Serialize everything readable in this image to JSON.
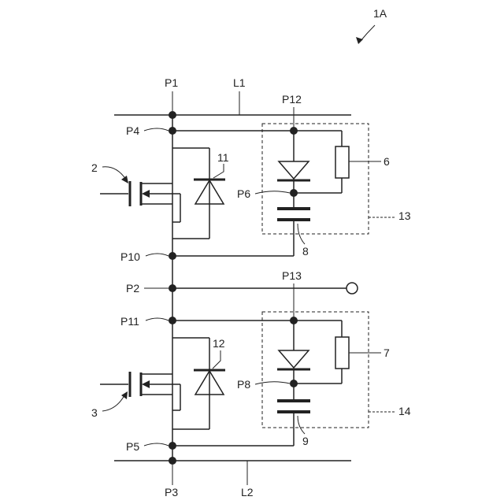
{
  "figure_label": "1A",
  "lines": {
    "l1": "L1",
    "l2": "L2"
  },
  "nodes": {
    "p1": "P1",
    "p2": "P2",
    "p3": "P3",
    "p4": "P4",
    "p5": "P5",
    "p6": "P6",
    "p8": "P8",
    "p10": "P10",
    "p11": "P11",
    "p12": "P12",
    "p13": "P13"
  },
  "components": {
    "upper_switch": "2",
    "lower_switch": "3",
    "upper_resistor": "6",
    "lower_resistor": "7",
    "upper_capacitor": "8",
    "lower_capacitor": "9",
    "upper_diode": "11",
    "lower_diode": "12",
    "upper_snubber": "13",
    "lower_snubber": "14"
  },
  "colors": {
    "ink": "#222222",
    "background": "#ffffff"
  }
}
